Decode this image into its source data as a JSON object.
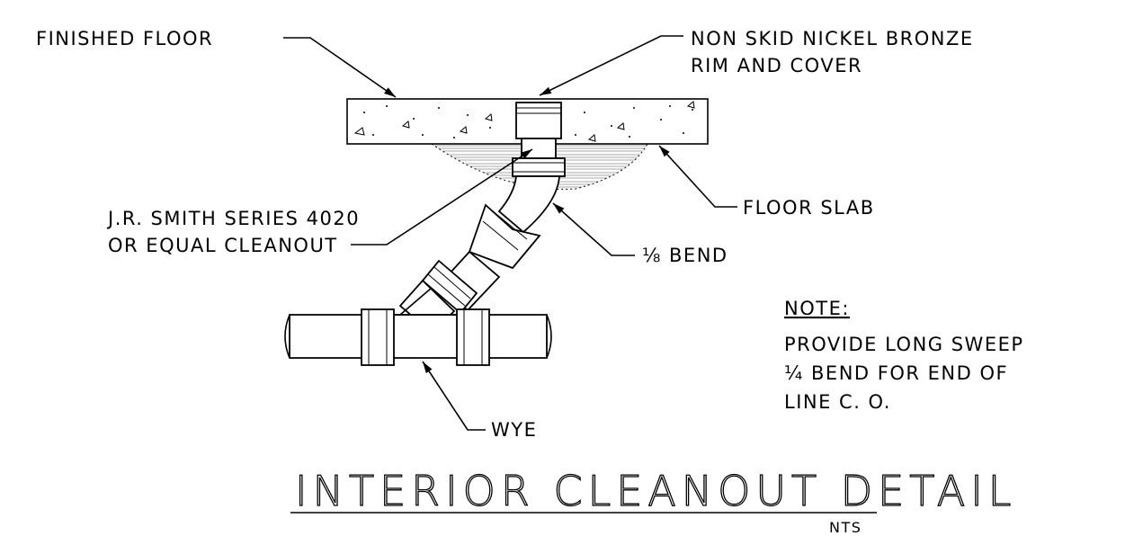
{
  "labels": {
    "finished_floor": "FINISHED FLOOR",
    "rim_line1": "NON SKID NICKEL BRONZE",
    "rim_line2": "RIM AND COVER",
    "cleanout_line1": "J.R. SMITH SERIES 4020",
    "cleanout_line2": "OR EQUAL CLEANOUT",
    "floor_slab": "FLOOR SLAB",
    "bend": "⅛ BEND",
    "wye": "WYE"
  },
  "note": {
    "heading": "NOTE:",
    "line1": "PROVIDE LONG SWEEP",
    "line2": "¼ BEND FOR END OF",
    "line3": "LINE C. O."
  },
  "title": "INTERIOR CLEANOUT DETAIL",
  "scale": "NTS"
}
